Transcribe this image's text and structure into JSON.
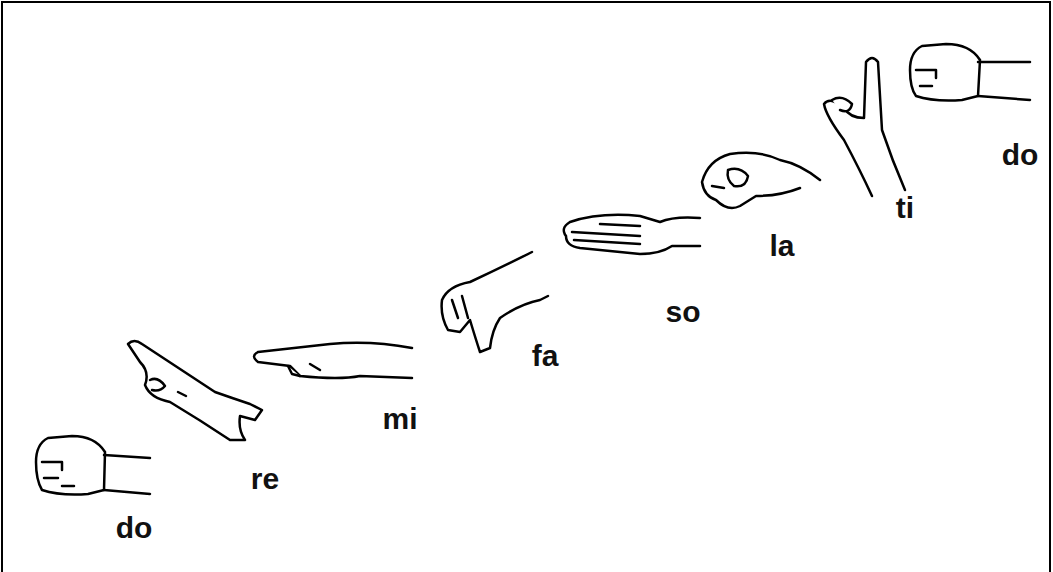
{
  "diagram": {
    "labels": [
      "do",
      "re",
      "mi",
      "fa",
      "so",
      "la",
      "ti",
      "do"
    ]
  }
}
